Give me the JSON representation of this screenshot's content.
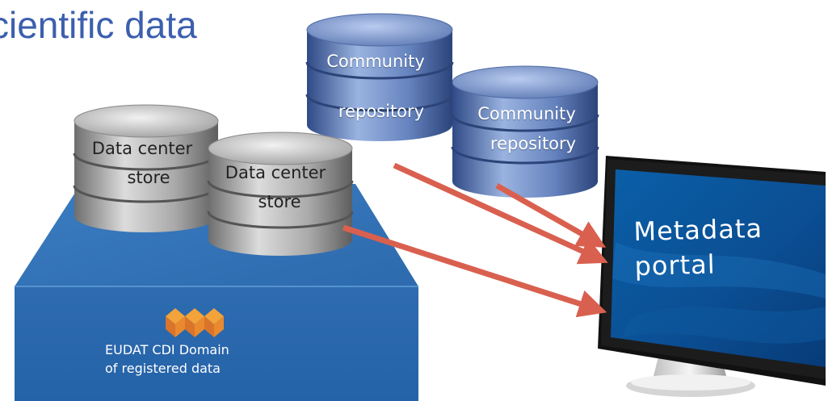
{
  "title": "cientific data",
  "nodes": {
    "data_center_1": {
      "line1": "Data center",
      "line2": "store"
    },
    "data_center_2": {
      "line1": "Data center",
      "line2": "store"
    },
    "community_repo_1": {
      "line1": "Community",
      "line2": "repository"
    },
    "community_repo_2": {
      "line1": "Community",
      "line2": "repository"
    },
    "metadata_portal": {
      "line1": "Metadata",
      "line2": "portal"
    },
    "domain_box": {
      "line1": "EUDAT CDI Domain",
      "line2": "of registered data"
    }
  },
  "colors": {
    "title": "#3c5fae",
    "arrow": "#d9604f",
    "platform": "#2f6fb3",
    "gray_db": "#a7a7a7",
    "blue_db": "#6e8cc6"
  },
  "icons": {
    "logo": "eudat-cubes-logo"
  }
}
